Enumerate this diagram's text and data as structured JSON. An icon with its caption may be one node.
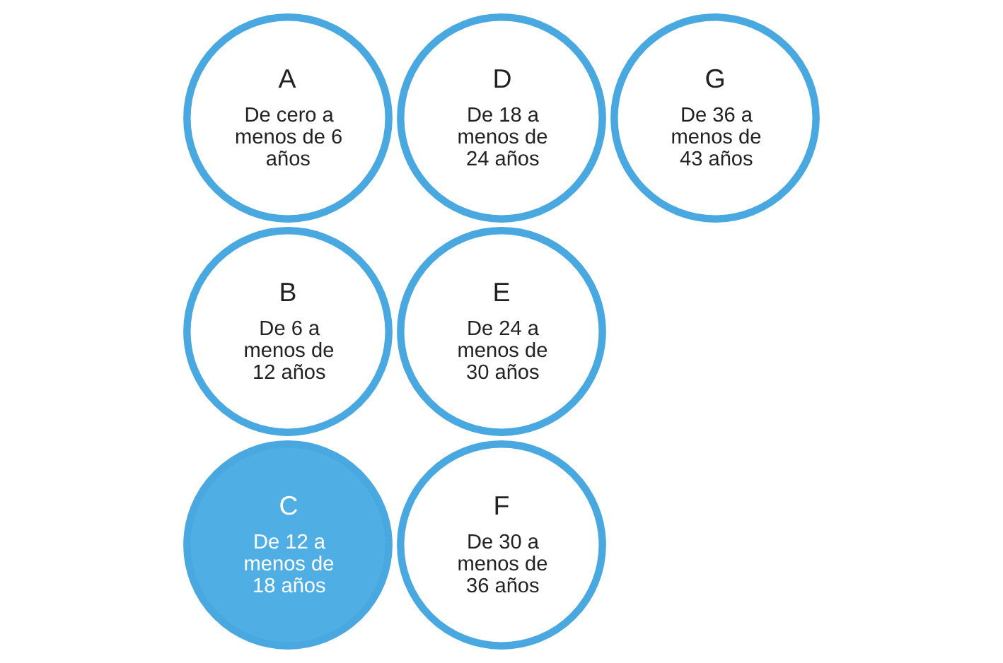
{
  "diagram": {
    "nodes": [
      {
        "text": [
          "A",
          "De cero a menos de 6 años"
        ]
      },
      {
        "text": [
          "B",
          "De 6 a menos de 12 años"
        ]
      },
      {
        "text": [
          "C",
          "De 12 a menos de 18 años"
        ]
      },
      {
        "text": [
          "D",
          "De 18 a menos de 24 años"
        ]
      },
      {
        "text": [
          "E",
          "De 24 a menos de 30 años"
        ]
      },
      {
        "text": [
          "F",
          "De 30 a menos de 36 años"
        ]
      },
      {
        "text": [
          "G",
          "De 36 a menos de 43 años"
        ]
      }
    ]
  }
}
